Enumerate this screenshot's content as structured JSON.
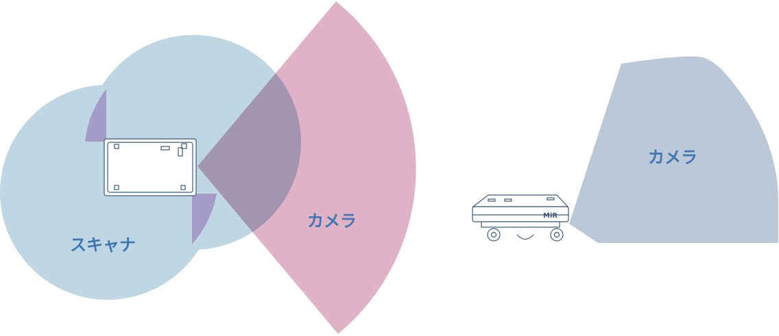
{
  "labels": {
    "scanner": "スキャナ",
    "camera_top_view": "カメラ",
    "camera_side_view": "カメラ"
  },
  "robot": {
    "logo_text": "MiR"
  },
  "colors": {
    "scanner_field": "#bed7e3",
    "camera_field_top": "#dfb2c6",
    "scanner_camera_overlap": "#a395af",
    "scanner_blind_zone": "#a49bc6",
    "camera_field_side": "#bbc8d8",
    "label_text": "#3f76b3",
    "robot_outline": "#3b5a7a"
  }
}
